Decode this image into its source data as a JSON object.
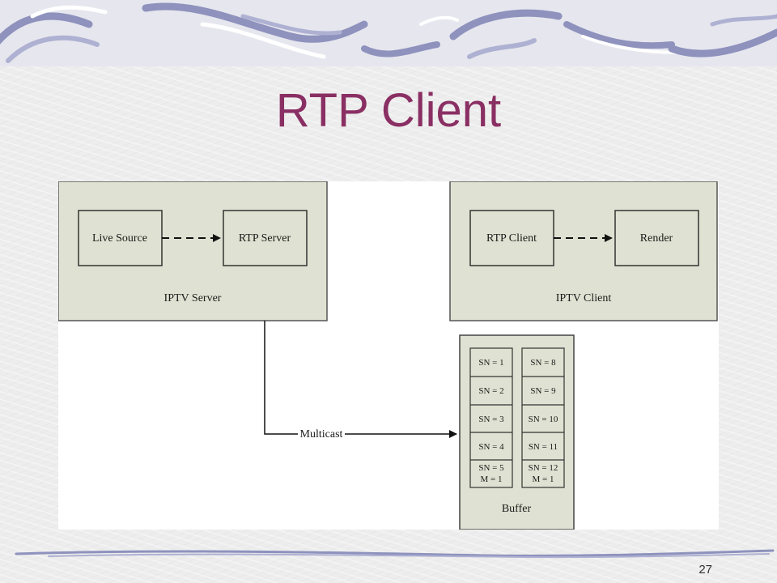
{
  "slide": {
    "title": "RTP Client",
    "page_number": "27"
  },
  "diagram": {
    "server_group_label": "IPTV Server",
    "live_source_label": "Live Source",
    "rtp_server_label": "RTP Server",
    "client_group_label": "IPTV Client",
    "rtp_client_label": "RTP Client",
    "render_label": "Render",
    "edge_label": "Multicast",
    "buffer_label": "Buffer",
    "buffer_left": [
      "SN = 1",
      "SN = 2",
      "SN = 3",
      "SN = 4"
    ],
    "buffer_right": [
      "SN = 8",
      "SN = 9",
      "SN = 10",
      "SN = 11"
    ],
    "left_last_line1": "SN = 5",
    "left_last_line2": "M = 1",
    "right_last_line1": "SN = 12",
    "right_last_line2": "M = 1"
  },
  "colors": {
    "title": "#8a2f63",
    "box_fill": "#dfe2d2",
    "band": "#e6e6ee",
    "swirl": "#8e92bd"
  }
}
